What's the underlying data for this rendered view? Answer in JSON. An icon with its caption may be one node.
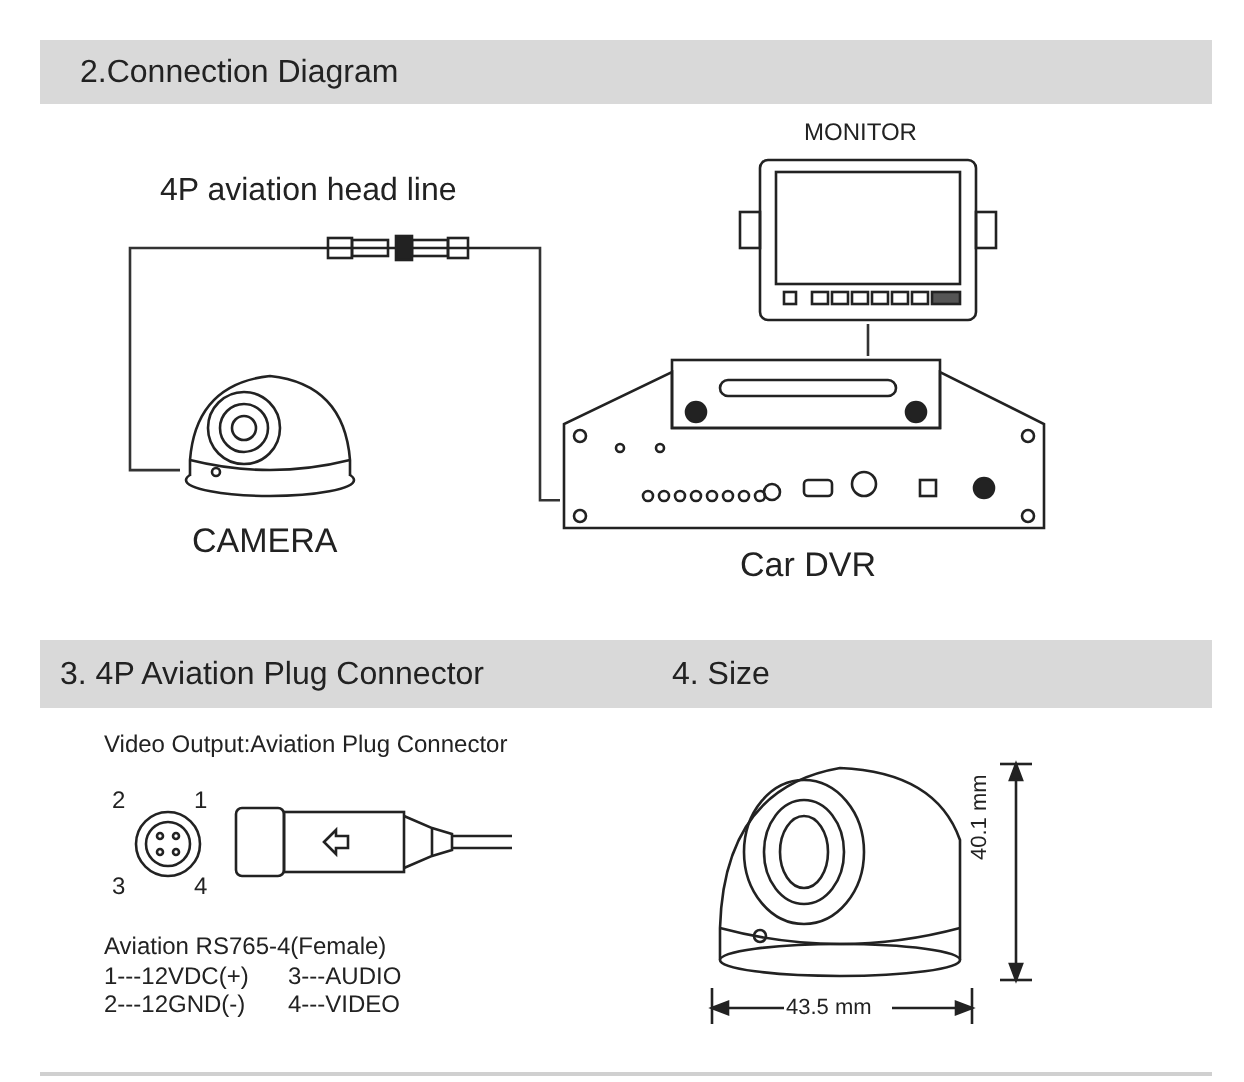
{
  "diagram": {
    "nodes": [
      {
        "text": [],
        "shape": "picture",
        "beside": [
          "CAMERA"
        ]
      },
      {
        "text": [],
        "shape": "picture",
        "beside": [
          "4P aviation head line"
        ]
      },
      {
        "text": [],
        "shape": "picture",
        "beside": [
          "MONITOR"
        ]
      },
      {
        "text": [],
        "shape": "picture",
        "beside": [
          "Car DVR"
        ]
      }
    ],
    "edges": [
      {
        "from": 0,
        "to": 1,
        "arrow": "none"
      },
      {
        "from": 1,
        "to": 3,
        "arrow": "none"
      },
      {
        "from": 2,
        "to": 3,
        "arrow": "none"
      }
    ],
    "labels": [
      "2.Connection Diagram",
      "3. 4P  Aviation Plug Connector",
      "4.  Size",
      "Video Output:Aviation Plug Connector",
      "2",
      "1",
      "3",
      "4",
      "40.1 mm",
      "Aviation RS765-4(Female)",
      "1---12VDC(+)",
      "3---AUDIO",
      "2---12GND(-)",
      "4---VIDEO",
      "43.5 mm"
    ]
  }
}
